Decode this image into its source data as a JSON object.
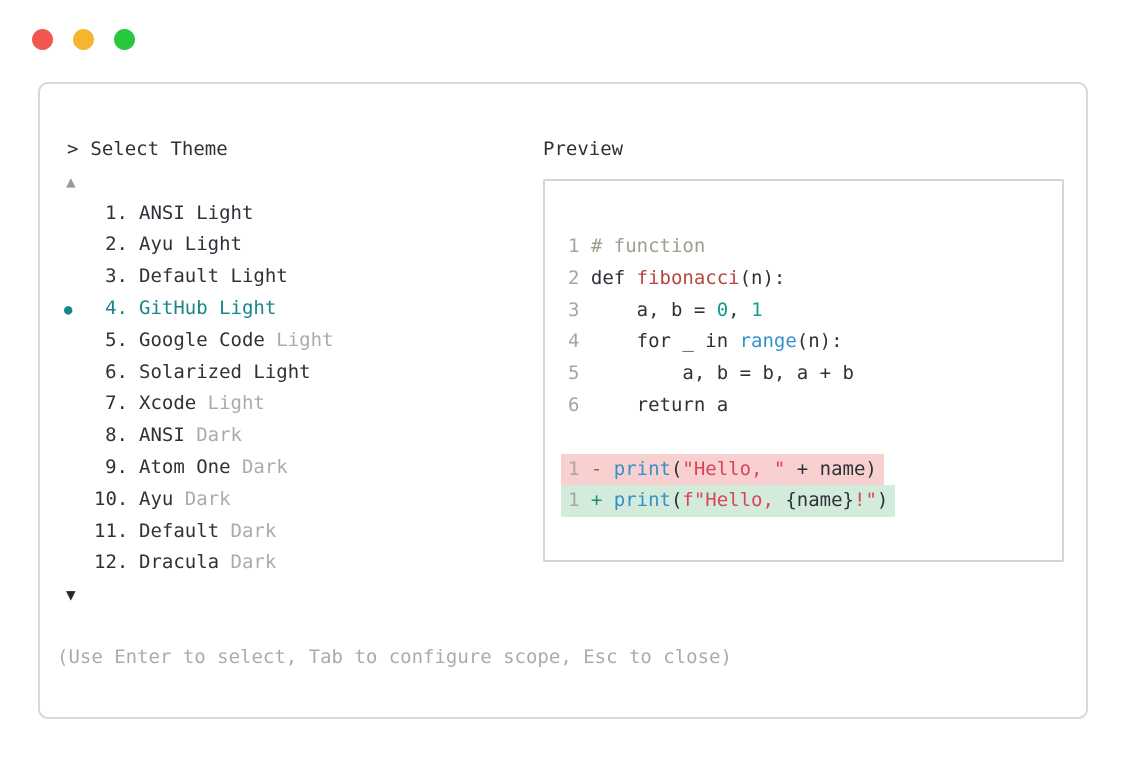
{
  "colors": {
    "text": "#2c3237",
    "muted": "#a8acaf",
    "line_number": "#a5a5a5",
    "accent": "#17858a",
    "comment": "#9ba08f",
    "function": "#b8453c",
    "number": "#149a94",
    "builtin": "#3390c8",
    "string": "#dc4356",
    "diff_minus": "#c44a3e",
    "diff_plus": "#1d8e74",
    "diff_minus_bg": "#f9d0d0",
    "diff_plus_bg": "#d2ebdb",
    "arrow_up": "#9b9b9b",
    "arrow_down": "#26282b",
    "traffic_red": "#f2564e",
    "traffic_yellow": "#f5b52e",
    "traffic_green": "#28c73d"
  },
  "theme_selector": {
    "prompt_symbol": ">",
    "title": "Select Theme",
    "scroll_up_symbol": "▲",
    "scroll_down_symbol": "▼",
    "selected_marker": "●",
    "items": [
      {
        "number": "1.",
        "name": "ANSI Light",
        "muted_suffix": "",
        "selected": false
      },
      {
        "number": "2.",
        "name": "Ayu Light",
        "muted_suffix": "",
        "selected": false
      },
      {
        "number": "3.",
        "name": "Default Light",
        "muted_suffix": "",
        "selected": false
      },
      {
        "number": "4.",
        "name": "GitHub Light",
        "muted_suffix": "",
        "selected": true
      },
      {
        "number": "5.",
        "name": "Google Code",
        "muted_suffix": "Light",
        "selected": false
      },
      {
        "number": "6.",
        "name": "Solarized Light",
        "muted_suffix": "",
        "selected": false
      },
      {
        "number": "7.",
        "name": "Xcode",
        "muted_suffix": "Light",
        "selected": false
      },
      {
        "number": "8.",
        "name": "ANSI",
        "muted_suffix": "Dark",
        "selected": false
      },
      {
        "number": "9.",
        "name": "Atom One",
        "muted_suffix": "Dark",
        "selected": false
      },
      {
        "number": "10.",
        "name": "Ayu",
        "muted_suffix": "Dark",
        "selected": false
      },
      {
        "number": "11.",
        "name": "Default",
        "muted_suffix": "Dark",
        "selected": false
      },
      {
        "number": "12.",
        "name": "Dracula",
        "muted_suffix": "Dark",
        "selected": false
      }
    ]
  },
  "preview": {
    "label": "Preview",
    "code_lines": [
      {
        "line_number": "1",
        "tokens": [
          {
            "text": "# function",
            "style": "comment"
          }
        ]
      },
      {
        "line_number": "2",
        "tokens": [
          {
            "text": "def ",
            "style": "text"
          },
          {
            "text": "fibonacci",
            "style": "function"
          },
          {
            "text": "(n):",
            "style": "text"
          }
        ]
      },
      {
        "line_number": "3",
        "tokens": [
          {
            "text": "    a, b = ",
            "style": "text"
          },
          {
            "text": "0",
            "style": "number"
          },
          {
            "text": ", ",
            "style": "text"
          },
          {
            "text": "1",
            "style": "number"
          }
        ]
      },
      {
        "line_number": "4",
        "tokens": [
          {
            "text": "    for _ in ",
            "style": "text"
          },
          {
            "text": "range",
            "style": "builtin"
          },
          {
            "text": "(n):",
            "style": "text"
          }
        ]
      },
      {
        "line_number": "5",
        "tokens": [
          {
            "text": "        a, b = b, a + b",
            "style": "text"
          }
        ]
      },
      {
        "line_number": "6",
        "tokens": [
          {
            "text": "    return a",
            "style": "text"
          }
        ]
      }
    ],
    "diff_lines": [
      {
        "line_number": "1",
        "sign": "-",
        "kind": "minus",
        "tokens": [
          {
            "text": "print",
            "style": "builtin"
          },
          {
            "text": "(",
            "style": "text"
          },
          {
            "text": "\"Hello, \"",
            "style": "string"
          },
          {
            "text": " + name)",
            "style": "text"
          }
        ]
      },
      {
        "line_number": "1",
        "sign": "+",
        "kind": "plus",
        "tokens": [
          {
            "text": "print",
            "style": "builtin"
          },
          {
            "text": "(",
            "style": "text"
          },
          {
            "text": "f\"Hello, ",
            "style": "string"
          },
          {
            "text": "{name}",
            "style": "text"
          },
          {
            "text": "!\"",
            "style": "string"
          },
          {
            "text": ")",
            "style": "text"
          }
        ]
      }
    ]
  },
  "help": {
    "text": "(Use Enter to select, Tab to configure scope, Esc to close)"
  }
}
